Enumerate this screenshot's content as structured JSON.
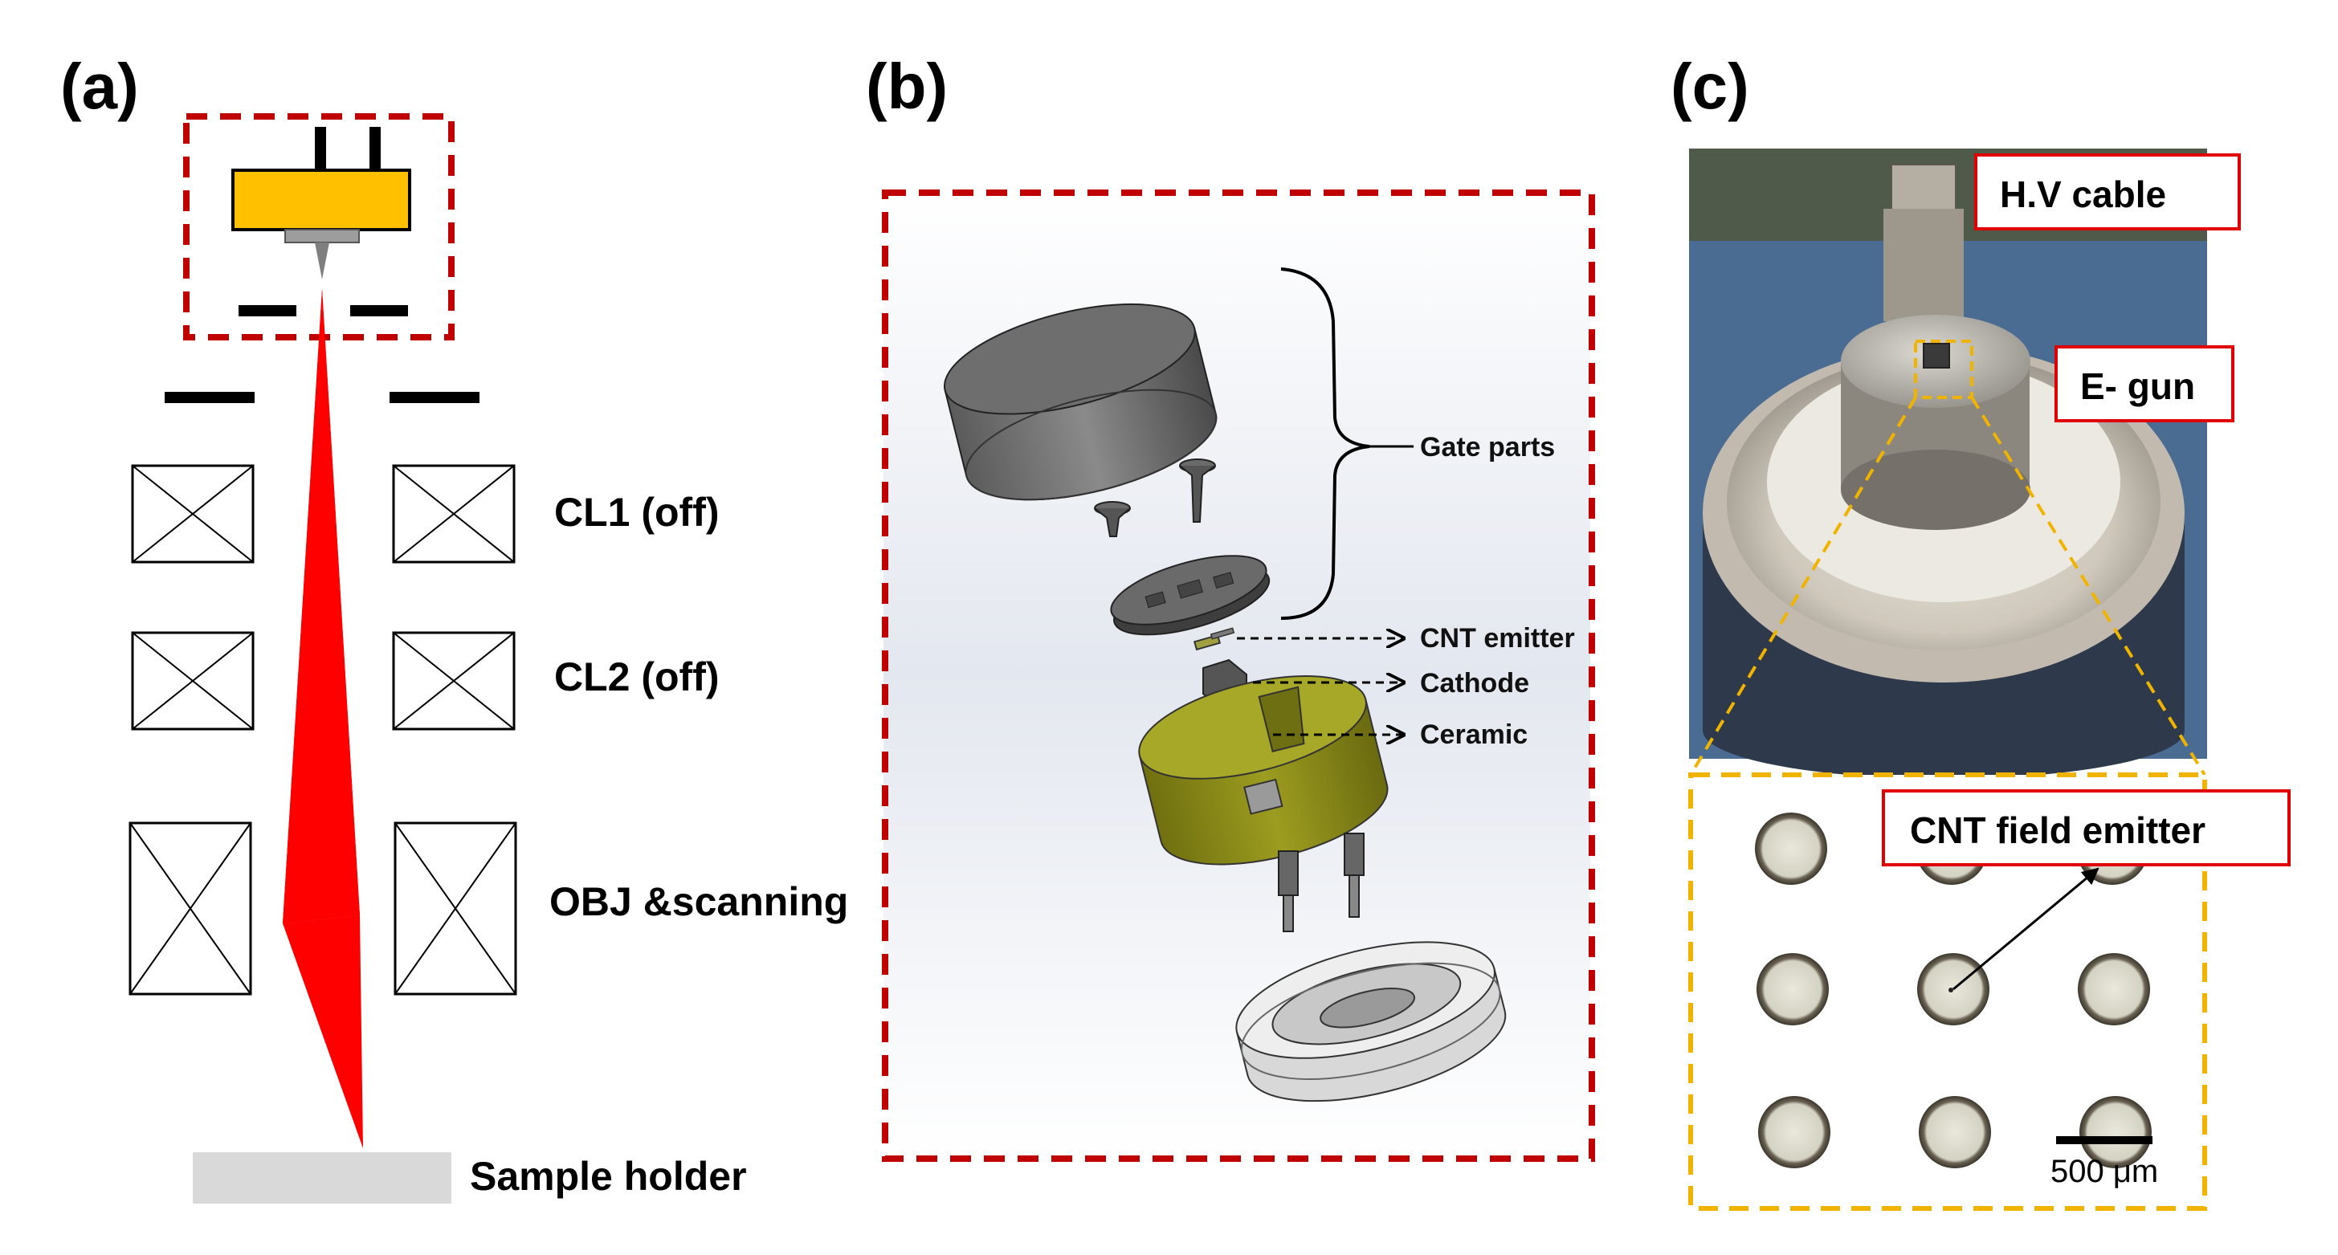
{
  "panels": {
    "a": {
      "label": "(a)",
      "lenses": {
        "cl1": "CL1 (off)",
        "cl2": "CL2 (off)",
        "obj": "OBJ &scanning"
      },
      "sample_holder": "Sample holder"
    },
    "b": {
      "label": "(b)",
      "parts": {
        "gate": "Gate parts",
        "emitter": "CNT emitter",
        "cathode": "Cathode",
        "ceramic": "Ceramic"
      }
    },
    "c": {
      "label": "(c)",
      "callouts": {
        "cable": "H.V cable",
        "gun": "E- gun",
        "field_emitter": "CNT field emitter"
      },
      "scale_bar": "500 μm"
    }
  },
  "colors": {
    "dashed_red": "#c00000",
    "dashed_yellow": "#f0b400",
    "gun_body": "#ffc000",
    "beam": "#ff0000",
    "ceramic": "#8b8b16",
    "callout_border": "#e00000"
  }
}
